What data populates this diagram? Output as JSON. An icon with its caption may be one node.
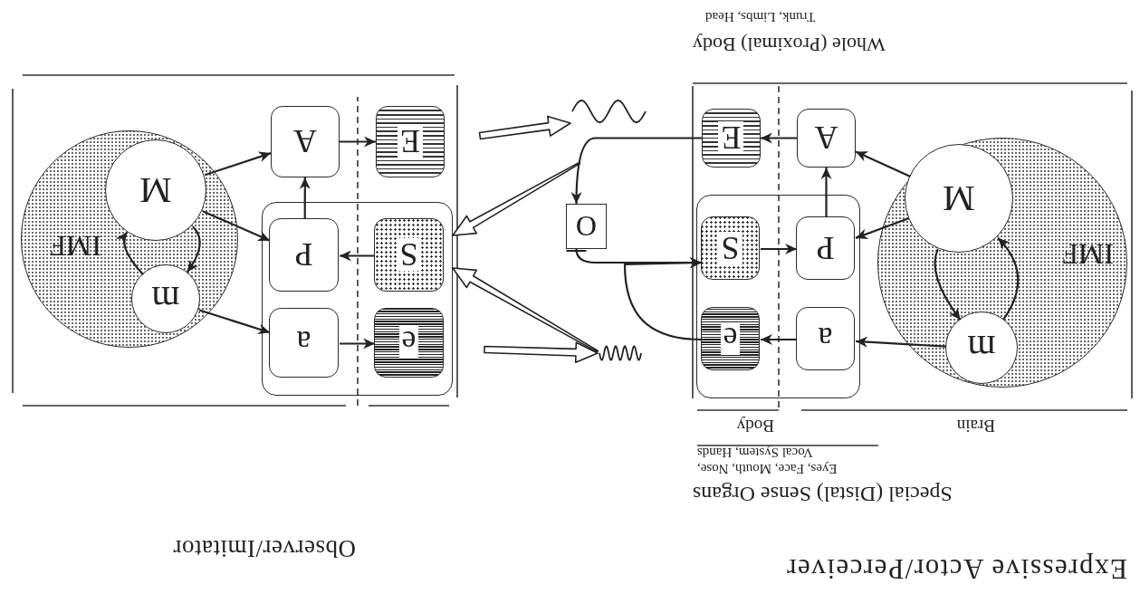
{
  "diagram": {
    "nodes": [
      {
        "text": [
          "IMF"
        ]
      },
      {
        "text": [
          "m"
        ],
        "in": 0
      },
      {
        "text": [
          "M"
        ],
        "in": 0
      },
      {
        "text": [],
        "shape": "box"
      },
      {
        "text": [
          "a"
        ],
        "in": 3
      },
      {
        "text": [
          "e"
        ],
        "in": 3
      },
      {
        "text": [
          "P"
        ],
        "in": 3
      },
      {
        "text": [
          "S"
        ],
        "in": 3
      },
      {
        "text": [
          "A"
        ]
      },
      {
        "text": [
          "E"
        ]
      },
      {
        "text": [],
        "shape": "picture"
      },
      {
        "text": [
          "O"
        ]
      },
      {
        "text": [],
        "shape": "picture"
      },
      {
        "text": [
          "IMF"
        ]
      },
      {
        "text": [
          "m"
        ],
        "in": 13
      },
      {
        "text": [
          "M"
        ],
        "in": 13
      },
      {
        "text": [],
        "shape": "box"
      },
      {
        "text": [
          "e"
        ],
        "in": 16
      },
      {
        "text": [
          "a"
        ],
        "in": 16
      },
      {
        "text": [
          "S"
        ],
        "in": 16
      },
      {
        "text": [
          "P"
        ],
        "in": 16
      },
      {
        "text": [
          "E"
        ]
      },
      {
        "text": [
          "A"
        ]
      }
    ],
    "edges": [
      {
        "from": 2,
        "to": 8,
        "arrow": "to"
      },
      {
        "from": 2,
        "to": 6,
        "arrow": "to"
      },
      {
        "from": 1,
        "to": 4,
        "arrow": "to"
      },
      {
        "from": 2,
        "to": 1,
        "arrow": "to"
      },
      {
        "from": 1,
        "to": 2,
        "arrow": "to"
      },
      {
        "from": 6,
        "to": 8,
        "arrow": "to"
      },
      {
        "from": 7,
        "to": 6,
        "arrow": "to"
      },
      {
        "from": 4,
        "to": 5,
        "arrow": "to"
      },
      {
        "from": 8,
        "to": 9,
        "arrow": "to"
      },
      {
        "from": 9,
        "to": 11,
        "arrow": "to"
      },
      {
        "from": 11,
        "to": 7,
        "arrow": "to"
      },
      {
        "from": 5,
        "to": 7,
        "arrow": "to"
      },
      {
        "from": null,
        "to": 10,
        "arrow": "to",
        "style": "thick"
      },
      {
        "from": null,
        "to": 12,
        "arrow": "to",
        "style": "thick"
      },
      {
        "from": null,
        "to": 16,
        "arrow": "to",
        "style": "thick"
      },
      {
        "from": 12,
        "to": 16,
        "arrow": "to",
        "style": "thick"
      },
      {
        "from": 15,
        "to": 22,
        "arrow": "to"
      },
      {
        "from": 15,
        "to": 20,
        "arrow": "to"
      },
      {
        "from": 14,
        "to": 18,
        "arrow": "to"
      },
      {
        "from": 15,
        "to": 14,
        "arrow": "to"
      },
      {
        "from": 14,
        "to": 15,
        "arrow": "to"
      },
      {
        "from": 20,
        "to": 22,
        "arrow": "to"
      },
      {
        "from": 19,
        "to": 20,
        "arrow": "to"
      },
      {
        "from": 18,
        "to": 17,
        "arrow": "to"
      },
      {
        "from": 22,
        "to": 21,
        "arrow": "to"
      }
    ],
    "labels": [
      "Expressive Actor/Perceiver",
      "Observer/Imitator",
      "Special (Distal) Sense Organs",
      "Eyes, Face, Mouth, Nose, Vocal System, Hands",
      "Brain",
      "Body",
      "Whole (Proximal) Body",
      "Trunk, Limbs, Head"
    ]
  }
}
